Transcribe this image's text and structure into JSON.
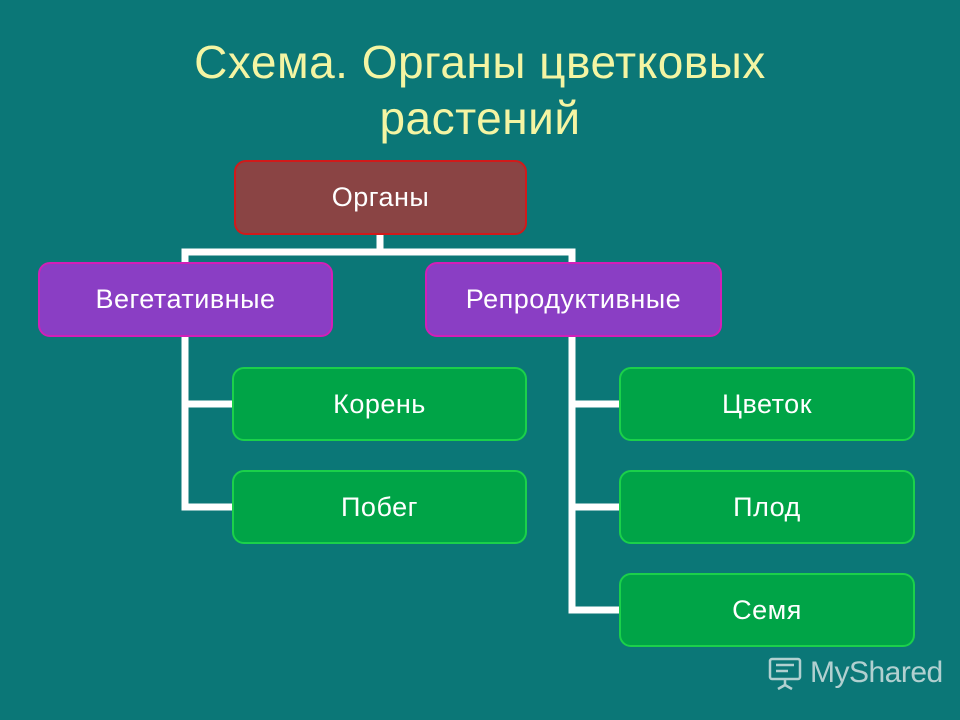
{
  "title": {
    "line1": "Схема. Органы цветковых",
    "line2": "растений"
  },
  "diagram": {
    "root": "Органы",
    "categories": [
      {
        "label": "Вегетативные",
        "items": [
          "Корень",
          "Побег"
        ]
      },
      {
        "label": "Репродуктивные",
        "items": [
          "Цветок",
          "Плод",
          "Семя"
        ]
      }
    ]
  },
  "watermark": {
    "text": "MyShared",
    "icon": "presentation-board-icon"
  },
  "colors": {
    "background": "#0b7777",
    "title": "#f4f5a3",
    "root_fill": "#8a4444",
    "root_border": "#d11a1a",
    "category_fill": "#8a3ec4",
    "category_border": "#d21fb8",
    "leaf_fill": "#00a447",
    "leaf_border": "#1bd04a",
    "connector": "#ffffff"
  }
}
